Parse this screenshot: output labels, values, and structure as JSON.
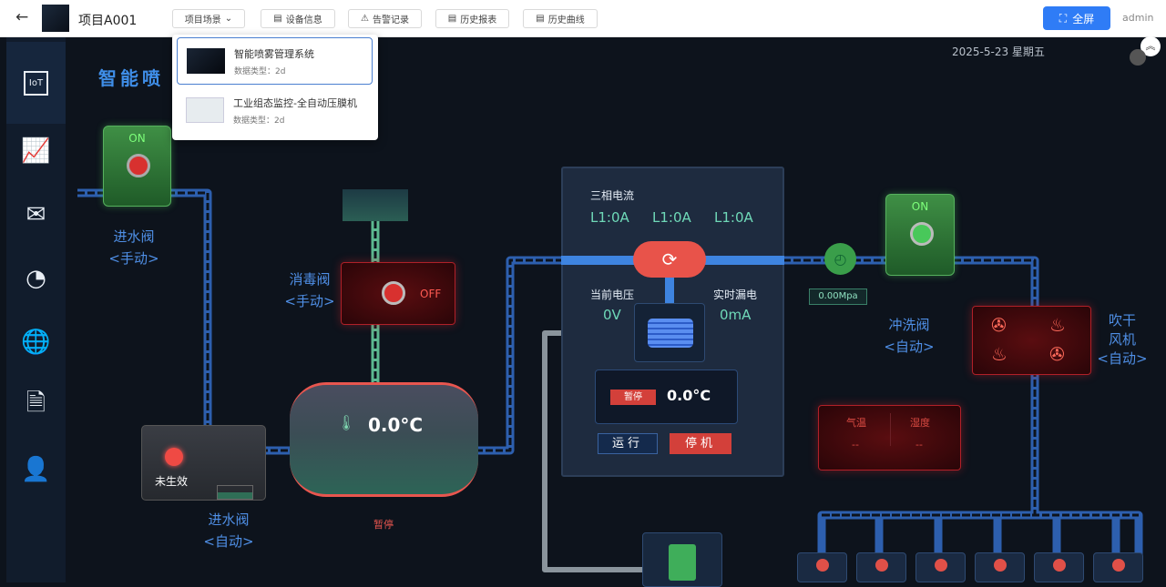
{
  "header": {
    "project": "项目A001",
    "buttons": [
      {
        "label": "项目场景",
        "icon": "chevron-down-icon"
      },
      {
        "label": "设备信息",
        "icon": "device-info-icon"
      },
      {
        "label": "告警记录",
        "icon": "alarm-icon"
      },
      {
        "label": "历史报表",
        "icon": "report-icon"
      },
      {
        "label": "历史曲线",
        "icon": "curve-icon"
      }
    ],
    "fullscreen": "全屏",
    "user": "admin"
  },
  "dropdown": {
    "items": [
      {
        "title": "智能喷雾管理系统",
        "subtitle": "数据类型：2d",
        "selected": true
      },
      {
        "title": "工业组态监控-全自动压膜机",
        "subtitle": "数据类型：2d",
        "selected": false
      }
    ]
  },
  "sidebar": {
    "items": [
      "iot-icon",
      "chart-icon",
      "mail-icon",
      "pie-icon",
      "globe-gear-icon",
      "document-icon",
      "operator-icon"
    ],
    "active": 0
  },
  "scene": {
    "title": "智能喷",
    "date": "2025-5-23 星期五",
    "inlet_valve_manual": {
      "state": "ON",
      "name": "进水阀",
      "mode": "<手动>"
    },
    "disinfect_valve": {
      "state": "OFF",
      "name": "消毒阀",
      "mode": "<手动>"
    },
    "inlet_valve_auto": {
      "status": "未生效",
      "name": "进水阀",
      "mode": "<自动>"
    },
    "tank": {
      "temp": "0.0°C",
      "status": "暂停"
    },
    "panel": {
      "current_title": "三相电流",
      "currents": [
        "L1:0A",
        "L1:0A",
        "L1:0A"
      ],
      "voltage_label": "当前电压",
      "voltage": "0V",
      "leak_label": "实时漏电",
      "leak": "0mA",
      "badge": "暂停",
      "temp": "0.0°C",
      "run": "运行",
      "stop": "停机"
    },
    "pressure": "0.00Mpa",
    "flush_valve": {
      "state": "ON",
      "name": "冲洗阀",
      "mode": "<自动>"
    },
    "dryer": {
      "name1": "吹干",
      "name2": "风机",
      "mode": "<自动>"
    },
    "sensor": {
      "temp_label": "气温",
      "temp": "--",
      "hum_label": "湿度",
      "hum": "--"
    }
  },
  "colors": {
    "accent": "#2f7cf6",
    "pipe": "#2d5fae",
    "on": "#3f8f45",
    "off": "#b02028",
    "label": "#4f8fe6",
    "value": "#6fdcb4"
  }
}
